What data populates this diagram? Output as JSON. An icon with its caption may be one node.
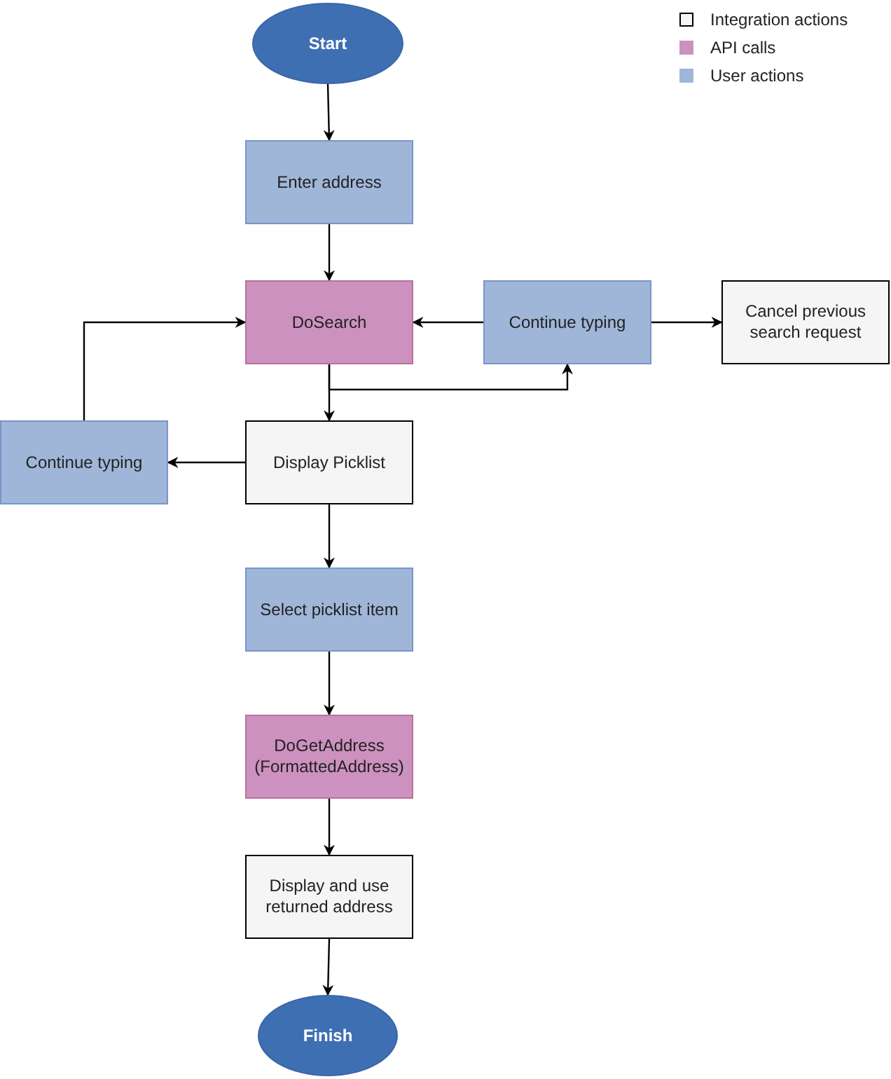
{
  "diagram": {
    "nodes": [
      {
        "text": [
          "Start"
        ]
      },
      {
        "text": [
          "Enter address"
        ]
      },
      {
        "text": [
          "DoSearch"
        ]
      },
      {
        "text": [
          "Continue typing"
        ]
      },
      {
        "text": [
          "Cancel previous search request"
        ]
      },
      {
        "text": [
          "Continue typing"
        ]
      },
      {
        "text": [
          "Display Picklist"
        ]
      },
      {
        "text": [
          "Select picklist item"
        ]
      },
      {
        "text": [
          "DoGetAddress (FormattedAddress)"
        ]
      },
      {
        "text": [
          "Display and use returned address"
        ]
      },
      {
        "text": [
          "Finish"
        ]
      }
    ],
    "edges": [
      {
        "from": 0,
        "to": 1,
        "arrow": "to"
      },
      {
        "from": 1,
        "to": 2,
        "arrow": "to"
      },
      {
        "from": 3,
        "to": 2,
        "arrow": "to"
      },
      {
        "from": 3,
        "to": 4,
        "arrow": "to"
      },
      {
        "from": 2,
        "to": 6,
        "arrow": "to"
      },
      {
        "from": 2,
        "to": 3,
        "arrow": "to"
      },
      {
        "from": 6,
        "to": 5,
        "arrow": "to"
      },
      {
        "from": 5,
        "to": 2,
        "arrow": "to"
      },
      {
        "from": 6,
        "to": 7,
        "arrow": "to"
      },
      {
        "from": 7,
        "to": 8,
        "arrow": "to"
      },
      {
        "from": 8,
        "to": 9,
        "arrow": "to"
      },
      {
        "from": 9,
        "to": 10,
        "arrow": "to"
      }
    ],
    "legend": [
      {
        "text": "Integration actions",
        "color": "#f5f5f5"
      },
      {
        "text": "API calls",
        "color": "#cd91bf"
      },
      {
        "text": "User actions",
        "color": "#a0b6d8"
      }
    ]
  }
}
